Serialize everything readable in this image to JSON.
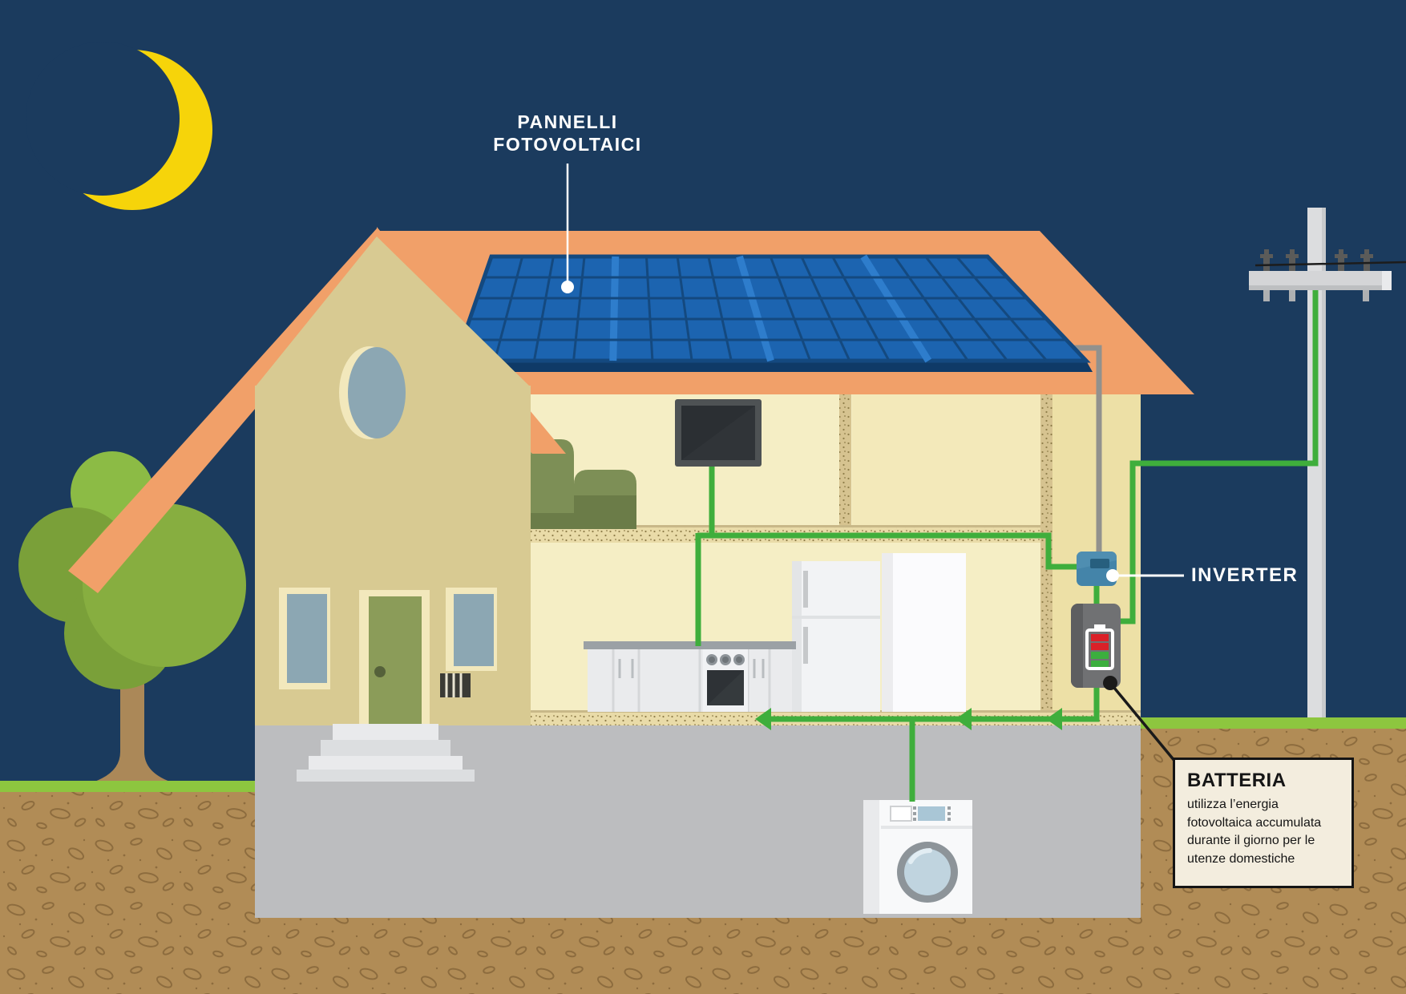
{
  "labels": {
    "panels": {
      "line1": "PANNELLI",
      "line2": "FOTOVOLTAICI"
    },
    "inverter": "INVERTER",
    "battery": {
      "title": "BATTERIA",
      "lines": [
        "utilizza l’energia",
        "fotovoltaica accumulata",
        "durante il giorno per le",
        "utenze domestiche"
      ]
    }
  },
  "objects": [
    "crescent-moon",
    "tree",
    "house-with-cutaway",
    "solar-panel-array",
    "tv",
    "couch",
    "fridge",
    "oven",
    "washing-machine",
    "inverter-unit",
    "battery-unit",
    "utility-pole",
    "power-line"
  ],
  "colors": {
    "sky": "#1b3b5e",
    "moon": "#f6d40a",
    "roof": "#f1a069",
    "wallFront": "#d8ca92",
    "wallInterior": "#f5eec5",
    "wallInterior2": "#f3e9ba",
    "wallStrip": "#ede0a6",
    "band": "#e9dba8",
    "bandDot": "#8f7d4a",
    "foundation": "#bcbdbf",
    "grass": "#8dc63f",
    "soil": "#b18c56",
    "soilSpeckle": "#8d6c3e",
    "wireGreen": "#3fae3c",
    "wireGray": "#92918d",
    "panelCell": "#1c64b0",
    "panelGrid": "#14497f",
    "panelSeparator": "#2e7dcc",
    "panelEdge": "#0f3a67",
    "inverterBody": "#4484a9",
    "inverterScreen": "#275f7e",
    "batteryBody": "#707173",
    "batteryRed": "#da2128",
    "batteryGreen": "#3cae3e",
    "treeLight": "#8cbb45",
    "treeMid": "#87ae40",
    "treeDark": "#7aa039",
    "trunk": "#ab8858",
    "door": "#8b9c59",
    "windowGlass": "#8ca7b3",
    "windowFrame": "#f2e8bc",
    "boxBg": "#f3edde",
    "black": "#141414",
    "white": "#ffffff"
  }
}
